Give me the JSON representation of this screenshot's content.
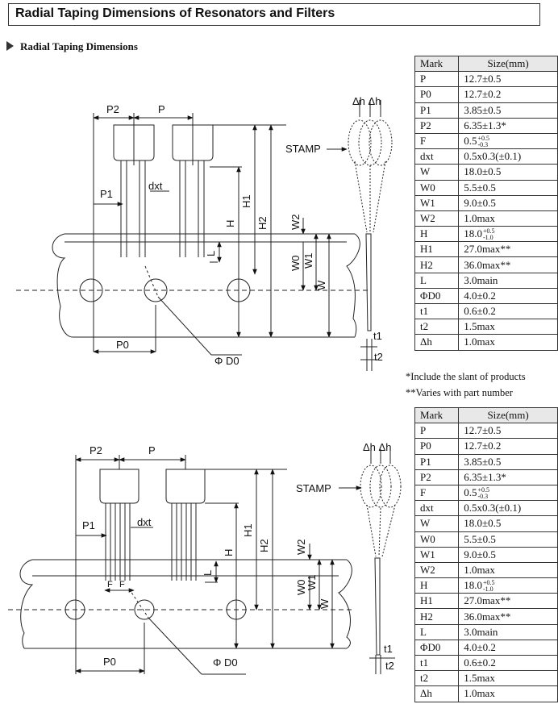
{
  "header": {
    "title": "Radial Taping Dimensions of Resonators and Filters"
  },
  "section": {
    "title": "Radial Taping Dimensions"
  },
  "diagram_top": {
    "labels": {
      "p2": "P2",
      "p": "P",
      "p1": "P1",
      "dxt": "dxt",
      "h": "H",
      "h1": "H1",
      "h2": "H2",
      "w2": "W2",
      "w0": "W0",
      "w1": "W1",
      "w": "W",
      "l": "L",
      "p0": "P0",
      "phi_d0": "Φ D0",
      "stamp": "STAMP",
      "delta_h": "Δh Δh",
      "t1": "t1",
      "t2": "t2"
    }
  },
  "diagram_bottom": {
    "labels": {
      "p2": "P2",
      "p": "P",
      "p1": "P1",
      "dxt": "dxt",
      "f": "F",
      "f2": "F",
      "h": "H",
      "h1": "H1",
      "h2": "H2",
      "w2": "W2",
      "w0": "W0",
      "w1": "W1",
      "w": "W",
      "l": "L",
      "p0": "P0",
      "phi_d0": "Φ D0",
      "stamp": "STAMP",
      "delta_h": "Δh Δh",
      "t1": "t1",
      "t2": "t2"
    }
  },
  "table_top": {
    "headers": {
      "mark": "Mark",
      "size": "Size(mm)"
    },
    "rows": [
      {
        "mark": "P",
        "size": "12.7±0.5"
      },
      {
        "mark": "P0",
        "size": "12.7±0.2"
      },
      {
        "mark": "P1",
        "size": "3.85±0.5"
      },
      {
        "mark": "P2",
        "size": "6.35±1.3*"
      },
      {
        "mark": "F",
        "size": "0.5",
        "sup": "+0.5",
        "sub": "-0.3"
      },
      {
        "mark": "dxt",
        "size": "0.5x0.3(±0.1)"
      },
      {
        "mark": "W",
        "size": "18.0±0.5"
      },
      {
        "mark": "W0",
        "size": "5.5±0.5"
      },
      {
        "mark": "W1",
        "size": "9.0±0.5"
      },
      {
        "mark": "W2",
        "size": "1.0max"
      },
      {
        "mark": "H",
        "size": "18.0",
        "sup": "+0.5",
        "sub": "-1.0"
      },
      {
        "mark": "H1",
        "size": "27.0max**"
      },
      {
        "mark": "H2",
        "size": "36.0max**"
      },
      {
        "mark": "L",
        "size": "3.0main"
      },
      {
        "mark": "ΦD0",
        "size": "4.0±0.2"
      },
      {
        "mark": "t1",
        "size": "0.6±0.2"
      },
      {
        "mark": "t2",
        "size": "1.5max"
      },
      {
        "mark": "Δh",
        "size": "1.0max"
      }
    ],
    "notes": [
      "*Include the slant of products",
      "**Varies with part number"
    ]
  },
  "table_bottom": {
    "headers": {
      "mark": "Mark",
      "size": "Size(mm)"
    },
    "rows": [
      {
        "mark": "P",
        "size": "12.7±0.5"
      },
      {
        "mark": "P0",
        "size": "12.7±0.2"
      },
      {
        "mark": "P1",
        "size": "3.85±0.5"
      },
      {
        "mark": "P2",
        "size": "6.35±1.3*"
      },
      {
        "mark": "F",
        "size": "0.5",
        "sup": "+0.5",
        "sub": "-0.3"
      },
      {
        "mark": "dxt",
        "size": "0.5x0.3(±0.1)"
      },
      {
        "mark": "W",
        "size": "18.0±0.5"
      },
      {
        "mark": "W0",
        "size": "5.5±0.5"
      },
      {
        "mark": "W1",
        "size": "9.0±0.5"
      },
      {
        "mark": "W2",
        "size": "1.0max"
      },
      {
        "mark": "H",
        "size": "18.0",
        "sup": "+0.5",
        "sub": "-1.0"
      },
      {
        "mark": "H1",
        "size": "27.0max**"
      },
      {
        "mark": "H2",
        "size": "36.0max**"
      },
      {
        "mark": "L",
        "size": "3.0main"
      },
      {
        "mark": "ΦD0",
        "size": "4.0±0.2"
      },
      {
        "mark": "t1",
        "size": "0.6±0.2"
      },
      {
        "mark": "t2",
        "size": "1.5max"
      },
      {
        "mark": "Δh",
        "size": "1.0max"
      }
    ]
  }
}
